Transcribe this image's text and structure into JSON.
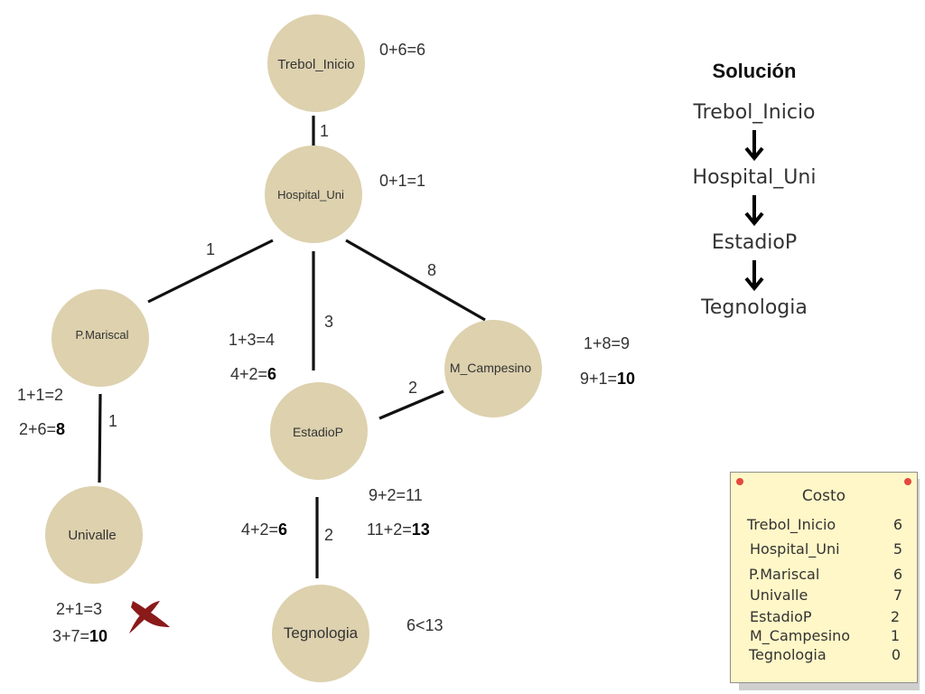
{
  "graph": {
    "nodes": [
      {
        "id": "trebol",
        "label": "Trebol_Inicio"
      },
      {
        "id": "hospital",
        "label": "Hospital_Uni"
      },
      {
        "id": "mariscal",
        "label": "P.Mariscal"
      },
      {
        "id": "campesino",
        "label": "M_Campesino"
      },
      {
        "id": "estadio",
        "label": "EstadioP"
      },
      {
        "id": "univalle",
        "label": "Univalle"
      },
      {
        "id": "tegnologia",
        "label": "Tegnologia"
      }
    ],
    "edges": [
      {
        "from": "trebol",
        "to": "hospital",
        "weight": "1"
      },
      {
        "from": "hospital",
        "to": "mariscal",
        "weight": "1"
      },
      {
        "from": "hospital",
        "to": "estadio",
        "weight": "3"
      },
      {
        "from": "hospital",
        "to": "campesino",
        "weight": "8"
      },
      {
        "from": "mariscal",
        "to": "univalle",
        "weight": "1"
      },
      {
        "from": "campesino",
        "to": "estadio",
        "weight": "2"
      },
      {
        "from": "estadio",
        "to": "tegnologia",
        "weight": "2"
      }
    ]
  },
  "calculations": {
    "trebol": [
      "0+6=6"
    ],
    "hospital": [
      "0+1=1"
    ],
    "mariscal": [
      "1+1=2",
      "2+6=8"
    ],
    "estadio": [
      "1+3=4",
      "4+2=6"
    ],
    "campesino": [
      "1+8=9",
      "9+1=10"
    ],
    "tegnologia_from_estadio": [
      "4+2=6"
    ],
    "estadio_via_campesino": [
      "9+2=11",
      "11+2=13"
    ],
    "univalle": [
      "2+1=3",
      "3+7=10"
    ],
    "comparison": "6<13"
  },
  "rejected_mark": {
    "icon": "x-mark-icon",
    "color": "#8b1a1a"
  },
  "solution": {
    "title": "Solución",
    "steps": [
      "Trebol_Inicio",
      "Hospital_Uni",
      "EstadioP",
      "Tegnologia"
    ]
  },
  "cost_note": {
    "title": "Costo",
    "rows": [
      {
        "name": "Trebol_Inicio",
        "value": "6"
      },
      {
        "name": "Hospital_Uni",
        "value": "5"
      },
      {
        "name": "P.Mariscal",
        "value": "6"
      },
      {
        "name": "Univalle",
        "value": "7"
      },
      {
        "name": "EstadioP",
        "value": "2"
      },
      {
        "name": "M_Campesino",
        "value": "1"
      },
      {
        "name": "Tegnologia",
        "value": "0"
      }
    ]
  },
  "colors": {
    "node_fill": "#ddd1ae",
    "note_background": "#fff7c7",
    "pin": "#e5483e",
    "reject_mark": "#8b1a1a"
  }
}
